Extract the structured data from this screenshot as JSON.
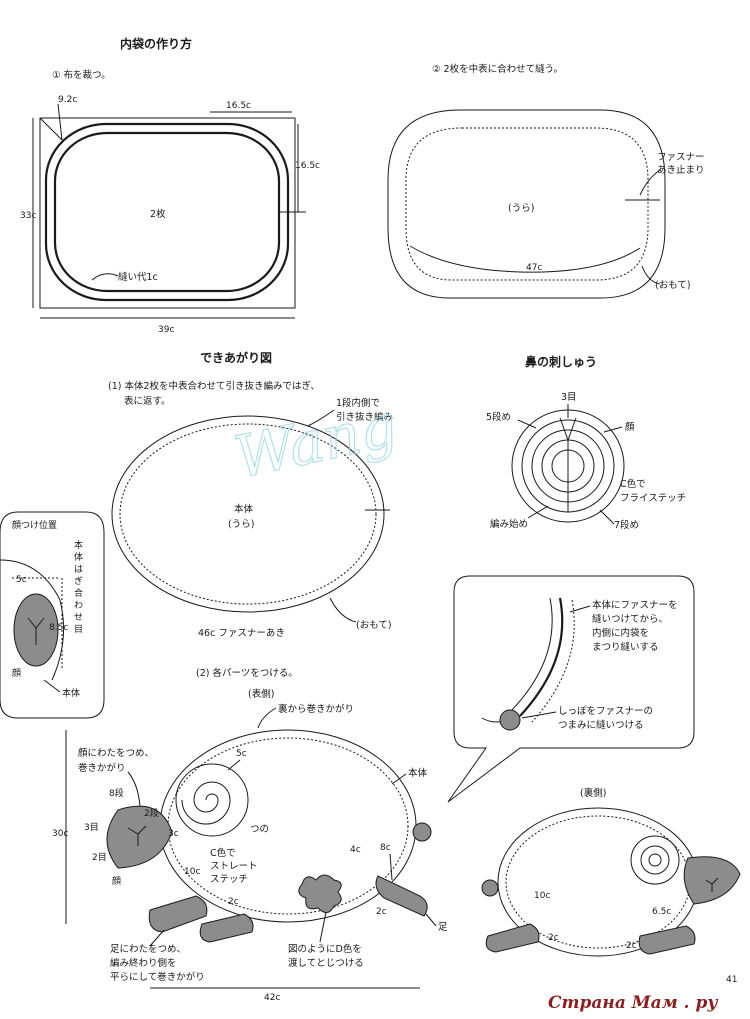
{
  "section1": {
    "title": "内袋の作り方",
    "step1": "① 布を裁つ。",
    "dims": {
      "d1": "9.2c",
      "d2": "16.5c",
      "d3": "16.5c",
      "d4": "33c",
      "d5": "39c"
    },
    "count": "2枚",
    "seam": "縫い代1c"
  },
  "section2": {
    "step2": "② 2枚を中表に合わせて縫う。",
    "ura": "(うら)",
    "omote": "(おもて)",
    "length": "47c",
    "zipper_stop": [
      "ファスナー",
      "あき止まり"
    ]
  },
  "finished": {
    "title": "できあがり図",
    "step1": [
      "(1)  本体2枚を中表合わせて引き抜き編みではぎ、",
      "表に返す。"
    ],
    "inner_note": [
      "1段内側で",
      "引き抜き編み"
    ],
    "body": "本体",
    "body_ura": "(うら)",
    "zip_open": "46c ファスナーあき",
    "omote": "(おもて)",
    "step2": "(2)  各パーツをつける。"
  },
  "nose": {
    "title": "鼻の刺しゅう",
    "row3": "3目",
    "row5": "5段め",
    "face": "顔",
    "stitch": [
      "C色で",
      "フライステッチ"
    ],
    "start": "編み始め",
    "row7": "7段め"
  },
  "face_pos": {
    "title": "顔つけ位置",
    "seam": [
      "本",
      "体",
      "は",
      "ぎ",
      "合",
      "わ",
      "せ",
      "目"
    ],
    "d5": "5c",
    "d85": "8.5c",
    "face": "顔",
    "body": "本体"
  },
  "zipper": {
    "note1": [
      "本体にファスナーを",
      "縫いつけてから、",
      "内側に内袋を",
      "まつり縫いする"
    ],
    "note2": [
      "しっぽをファスナーの",
      "つまみに縫いつける"
    ]
  },
  "front": {
    "label": "(表側)",
    "roll": "裏から巻きかがり",
    "head_note": [
      "顔にわたをつめ、",
      "巻きかがり"
    ],
    "r8": "8段",
    "r2a": "2段",
    "r3": "3目",
    "r2b": "2目",
    "face": "顔",
    "d30": "30c",
    "d5": "5c",
    "d3": "3c",
    "horn": "つの",
    "body": "本体",
    "stitch": [
      "C色で",
      "ストレート",
      "ステッチ"
    ],
    "d10": "10c",
    "d4": "4c",
    "d8": "8c",
    "d2a": "2c",
    "d2b": "2c",
    "leg": "足",
    "leg_note": [
      "足にわたをつめ、",
      "編み終わり側を",
      "平らにして巻きかがり"
    ],
    "flower_note": [
      "図のようにD色を",
      "渡してとじつける"
    ],
    "d42": "42c"
  },
  "back": {
    "label": "(裏側)",
    "d10": "10c",
    "d65": "6.5c",
    "d2a": "2c",
    "d2b": "2c"
  },
  "watermark": "Wang",
  "page_no": "41",
  "logo": "Страна Мам . ру"
}
